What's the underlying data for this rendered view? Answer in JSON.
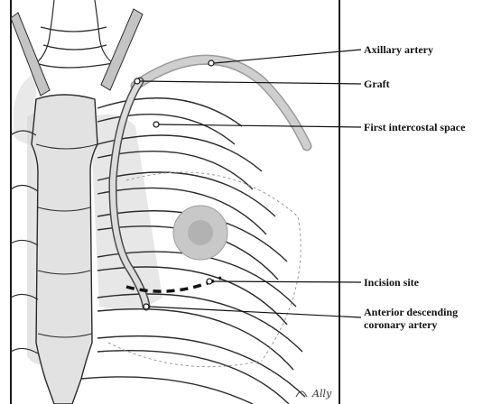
{
  "labels": {
    "axillary": "Axillary artery",
    "graft": "Graft",
    "intercostal": "First intercostal space",
    "incision": "Incision site",
    "anterior_line1": "Anterior descending",
    "anterior_line2": "coronary artery"
  },
  "signature": "Ally",
  "colors": {
    "line": "#1a1a1a",
    "rib": "#2b2b2b",
    "shade": "#c9c9c9",
    "graft_fill": "#cfcfcf",
    "heart": "#bdbdbd"
  }
}
